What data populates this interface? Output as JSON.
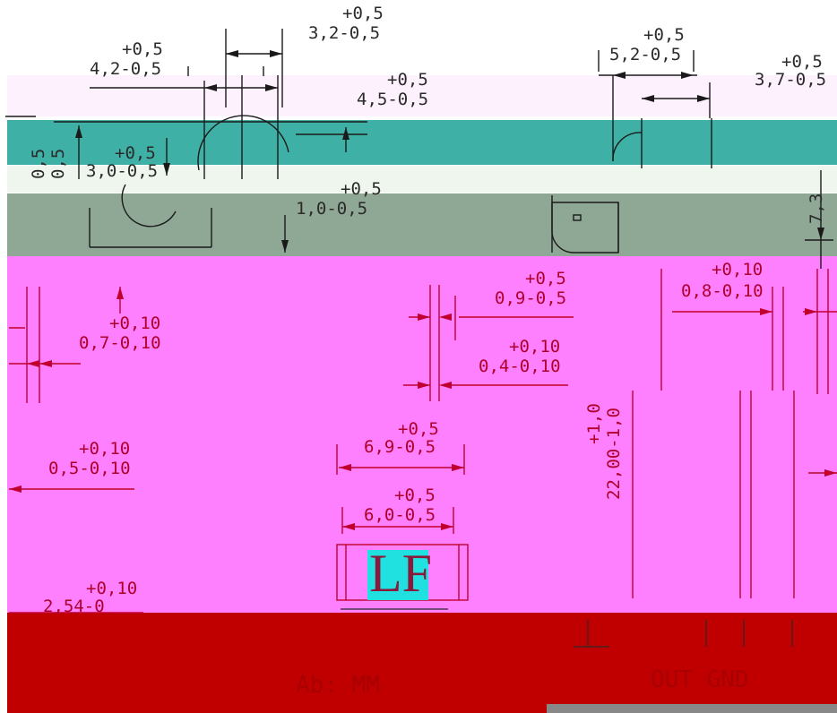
{
  "colors": {
    "line_dark": "#1a1a1a",
    "line_red": "#c0002f",
    "dim_text_dark": "#2a2a2a",
    "dim_text_red": "#b0002a",
    "band_lavender": "#fdf1fd",
    "band_teal": "#3fb0a6",
    "band_sage": "#8fa896",
    "band_magenta": "#ff80ff",
    "band_dark_red": "#c00000",
    "band_gray": "#888888"
  },
  "diagram": {
    "top_dims": [
      {
        "tol": "+0,5",
        "val": "3,2-0,5"
      },
      {
        "tol": "+0,5",
        "val": "4,2-0,5"
      },
      {
        "tol": "+0,5",
        "val": "4,5-0,5"
      },
      {
        "tol": "+0,5",
        "val": "5,2-0,5"
      },
      {
        "tol": "+0,5",
        "val": "3,7-0,5"
      },
      {
        "tol": "+0,5",
        "val": "3,0-0,5"
      },
      {
        "tol": "+0,5",
        "val": "1,0-0,5"
      }
    ],
    "vertical_dims": [
      {
        "text": "0,5"
      },
      {
        "text": "0,5"
      },
      {
        "text": "7,3"
      }
    ],
    "mid_dims": [
      {
        "tol": "+0,5",
        "val": "0,9-0,5"
      },
      {
        "tol": "+0,10",
        "val": "0,8-0,10"
      },
      {
        "tol": "+0,10",
        "val": "0,7-0,10"
      },
      {
        "tol": "+0,10",
        "val": "0,4-0,10"
      },
      {
        "tol": "+0,10",
        "val": "0,5-0,10"
      },
      {
        "tol": "+0,5",
        "val": "6,9-0,5"
      },
      {
        "tol": "+0,5",
        "val": "6,0-0,5"
      },
      {
        "tol": "+0,10",
        "val": "2,54-0"
      }
    ],
    "lead_length": {
      "tol": "+1,0",
      "val": "22,00-1,0"
    },
    "mark_label": "LF",
    "footer": {
      "left": "Ab: MM",
      "right": "OUT GND"
    }
  }
}
